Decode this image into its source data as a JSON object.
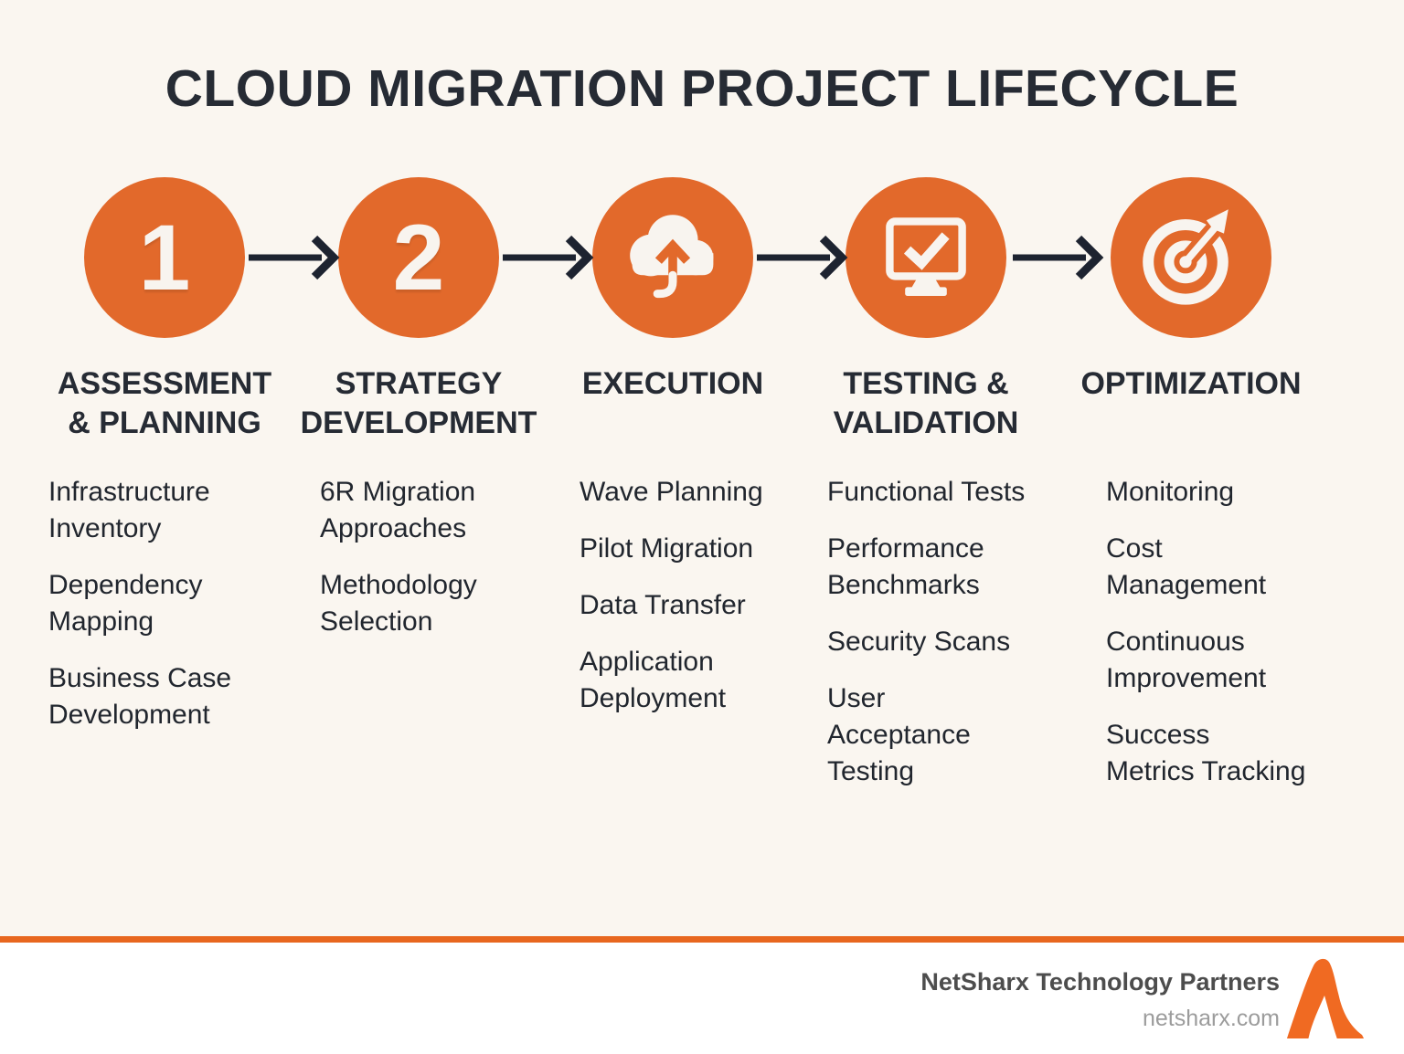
{
  "title": "CLOUD MIGRATION PROJECT LIFECYCLE",
  "colors": {
    "background": "#FAF6F0",
    "accent_orange": "#E2692B",
    "logo_orange": "#F06A22",
    "divider_orange": "#E8671F",
    "dark_text": "#262B34",
    "arrow_dark": "#1D2330",
    "icon_white": "#F8F4EF",
    "footer_company_text": "#4D4D4D",
    "footer_website_text": "#9C9C9C"
  },
  "stages": [
    {
      "badge": "1",
      "icon": "number-1",
      "title": "ASSESSMENT\n& PLANNING",
      "items": [
        "Infrastructure\nInventory",
        "Dependency\nMapping",
        "Business Case\nDevelopment"
      ]
    },
    {
      "badge": "2",
      "icon": "number-2",
      "title": "STRATEGY\nDEVELOPMENT",
      "items": [
        "6R Migration\nApproaches",
        "Methodology\nSelection"
      ]
    },
    {
      "icon": "cloud-upload",
      "title": "EXECUTION",
      "items": [
        "Wave Planning",
        "Pilot Migration",
        "Data Transfer",
        "Application\nDeployment"
      ]
    },
    {
      "icon": "monitor-check",
      "title": "TESTING &\nVALIDATION",
      "items": [
        "Functional Tests",
        "Performance\nBenchmarks",
        "Security Scans",
        "User\nAcceptance\nTesting"
      ]
    },
    {
      "icon": "target-arrow",
      "title": "OPTIMIZATION",
      "items": [
        "Monitoring",
        "Cost\nManagement",
        "Continuous\nImprovement",
        "Success\nMetrics Tracking"
      ]
    }
  ],
  "footer": {
    "company": "NetSharx Technology Partners",
    "website": "netsharx.com"
  }
}
